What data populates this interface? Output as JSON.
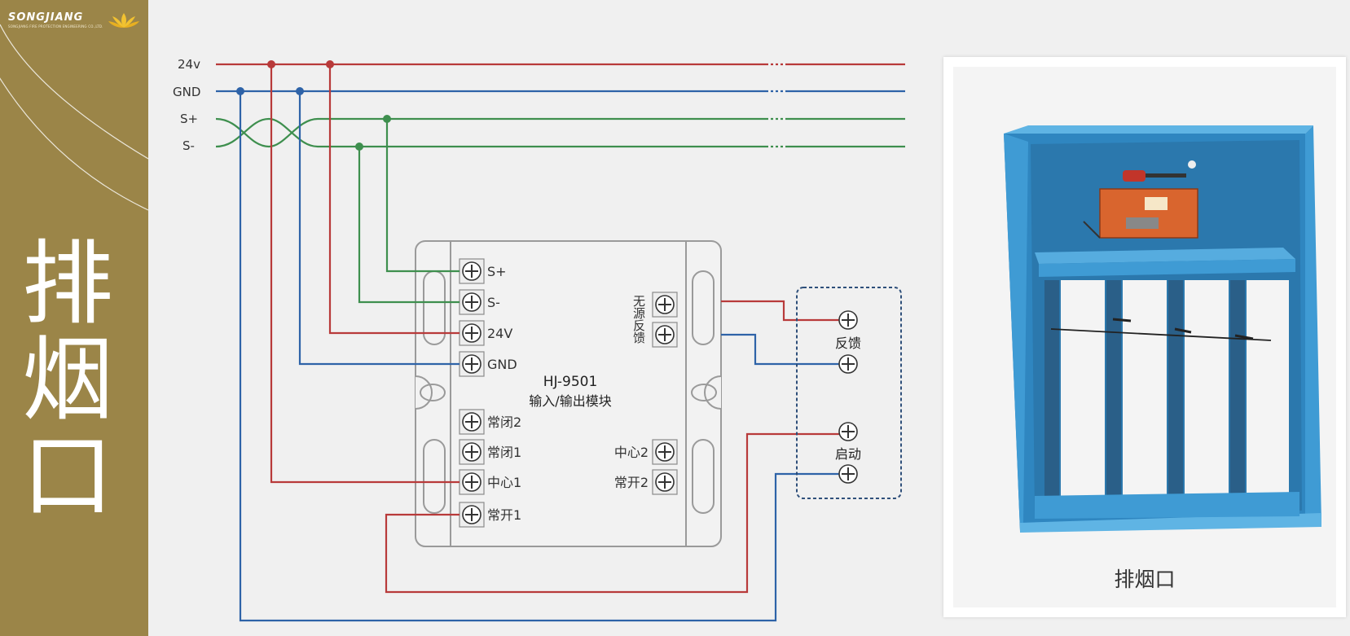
{
  "brand": {
    "name": "SONGJIANG",
    "company": "SONGJIANG FIRE PROTECTION ENGINEERING CO.,LTD."
  },
  "sidebar": {
    "title_chars": [
      "排",
      "烟",
      "口"
    ]
  },
  "bus_labels": {
    "v24": "24v",
    "gnd": "GND",
    "s_plus": "S+",
    "s_minus": "S-"
  },
  "module": {
    "model": "HJ-9501",
    "name": "输入/输出模块",
    "left_top_terminals": [
      "S+",
      "S-",
      "24V",
      "GND"
    ],
    "left_bottom_terminals": [
      "常闭2",
      "常闭1",
      "中心1",
      "常开1"
    ],
    "right_top_label": "无源反馈",
    "right_bottom_terminals": [
      "中心2",
      "常开2"
    ]
  },
  "device": {
    "feedback_label": "反馈",
    "start_label": "启动"
  },
  "photo": {
    "caption": "排烟口"
  },
  "colors": {
    "power": "#b83a3a",
    "ground": "#2e63a8",
    "signal": "#3e8f4e",
    "sidebar": "#9b8548",
    "module_outline": "#9a9a9a",
    "damper_blue": "#3f9bd4",
    "actuator_orange": "#d9652e"
  },
  "icons": {
    "terminal": "screw-terminal-icon",
    "logo": "lotus-logo-icon"
  }
}
